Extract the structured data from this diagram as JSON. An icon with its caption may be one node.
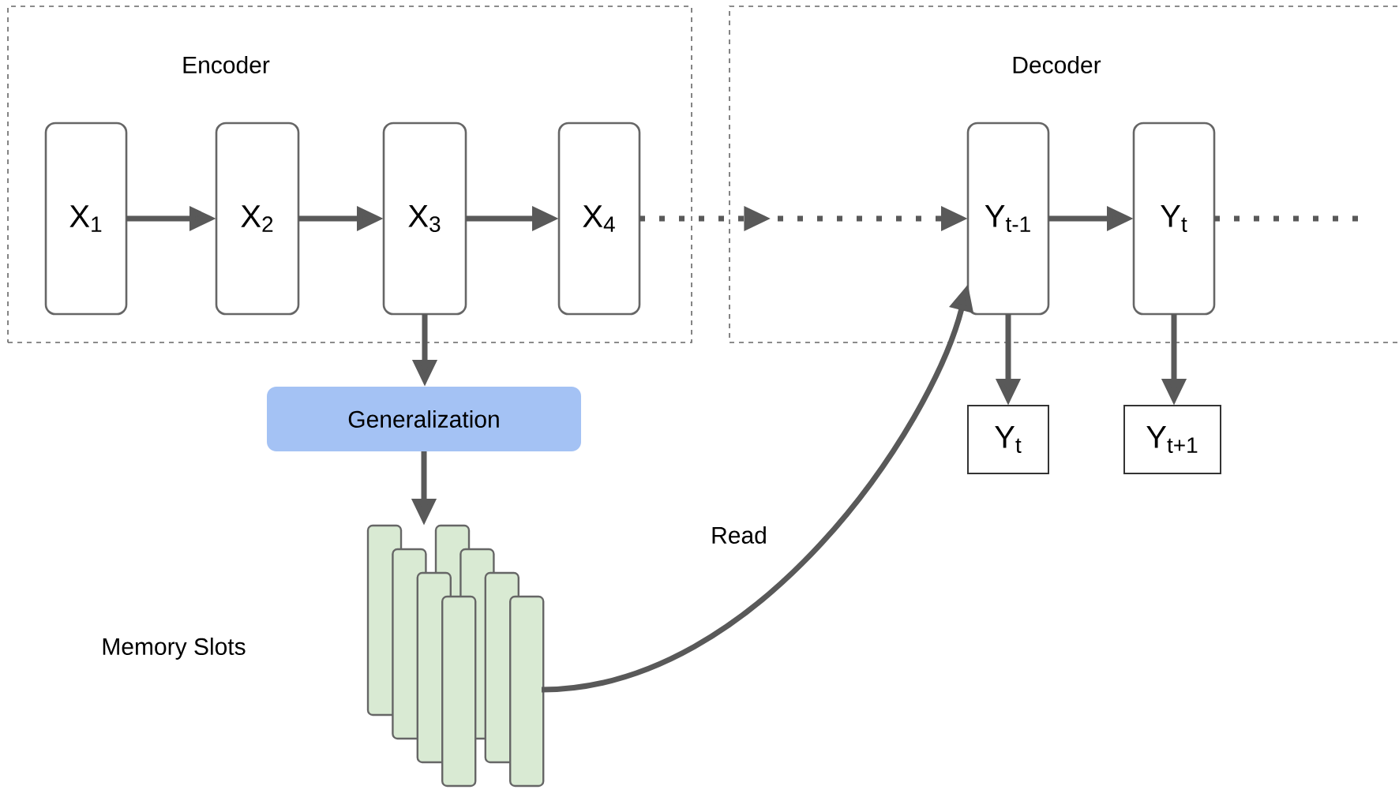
{
  "diagram": {
    "nodes": [
      {
        "text": [
          "Encoder"
        ]
      },
      {
        "text": [
          "X$_{1}$"
        ],
        "in": 0
      },
      {
        "text": [
          "X$_{2}$"
        ],
        "in": 0
      },
      {
        "text": [
          "X$_{3}$"
        ],
        "in": 0
      },
      {
        "text": [
          "X$_{4}$"
        ],
        "in": 0
      },
      {
        "text": [
          "Decoder"
        ]
      },
      {
        "text": [
          "Y$_{t-1}$"
        ],
        "in": 5
      },
      {
        "text": [
          "Y$_{t}$"
        ],
        "in": 5
      },
      {
        "text": [
          "Generalization"
        ]
      },
      {
        "text": [
          "Y$_{t}$"
        ]
      },
      {
        "text": [
          "Y$_{t+1}$"
        ]
      },
      {
        "text": [],
        "shape": "bar"
      }
    ],
    "labels": [
      "Memory Slots"
    ],
    "edges": [
      {
        "from": 1,
        "to": 2,
        "arrow": "to"
      },
      {
        "from": 2,
        "to": 3,
        "arrow": "to"
      },
      {
        "from": 3,
        "to": 4,
        "arrow": "to"
      },
      {
        "from": 4,
        "to": 6,
        "arrow": "to",
        "style": "dashed"
      },
      {
        "from": 6,
        "to": 7,
        "arrow": "to"
      },
      {
        "from": 7,
        "to": null,
        "arrow": "none",
        "style": "dashed"
      },
      {
        "from": 3,
        "to": 8,
        "arrow": "to"
      },
      {
        "from": 8,
        "to": 11,
        "arrow": "to"
      },
      {
        "from": 11,
        "to": 6,
        "arrow": "to",
        "label": "Read"
      },
      {
        "from": 6,
        "to": 9,
        "arrow": "to"
      },
      {
        "from": 7,
        "to": 10,
        "arrow": "to"
      }
    ]
  }
}
